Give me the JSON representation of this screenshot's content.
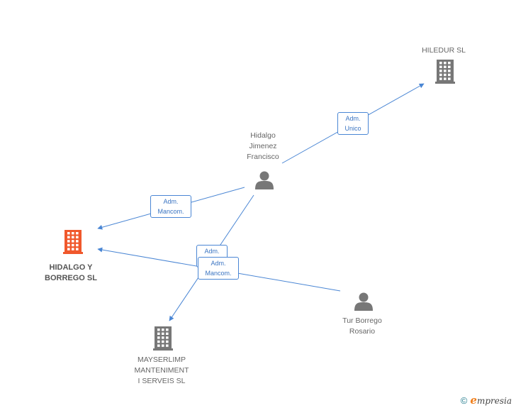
{
  "colors": {
    "edge": "#4a86d4",
    "icon": "#777777",
    "icon_highlight": "#f0582c"
  },
  "nodes": [
    {
      "id": "hidalgo_borrego",
      "label": "HIDALGO Y\nBORREGO SL",
      "type": "company",
      "highlight": true,
      "icon": "building-icon"
    },
    {
      "id": "hiledur",
      "label": "HILEDUR SL",
      "type": "company",
      "highlight": false,
      "icon": "building-icon"
    },
    {
      "id": "mayserlimp",
      "label": "MAYSERLIMP\nMANTENIMENT\nI SERVEIS SL",
      "type": "company",
      "highlight": false,
      "icon": "building-icon"
    },
    {
      "id": "hidalgo_jimenez",
      "label": "Hidalgo\nJimenez\nFrancisco",
      "type": "person",
      "highlight": false,
      "icon": "person-icon"
    },
    {
      "id": "tur_borrego",
      "label": "Tur Borrego\nRosario",
      "type": "person",
      "highlight": false,
      "icon": "person-icon"
    }
  ],
  "edges": [
    {
      "from": "hidalgo_jimenez",
      "to": "hiledur",
      "label": "Adm.\nUnico"
    },
    {
      "from": "hidalgo_jimenez",
      "to": "hidalgo_borrego",
      "label": "Adm.\nMancom."
    },
    {
      "from": "hidalgo_jimenez",
      "to": "mayserlimp",
      "label": "Adm.\nUnico"
    },
    {
      "from": "tur_borrego",
      "to": "hidalgo_borrego",
      "label": "Adm.\nMancom."
    }
  ],
  "footer": {
    "copyright_symbol": "©",
    "brand_initial": "e",
    "brand_rest": "mpresia"
  }
}
